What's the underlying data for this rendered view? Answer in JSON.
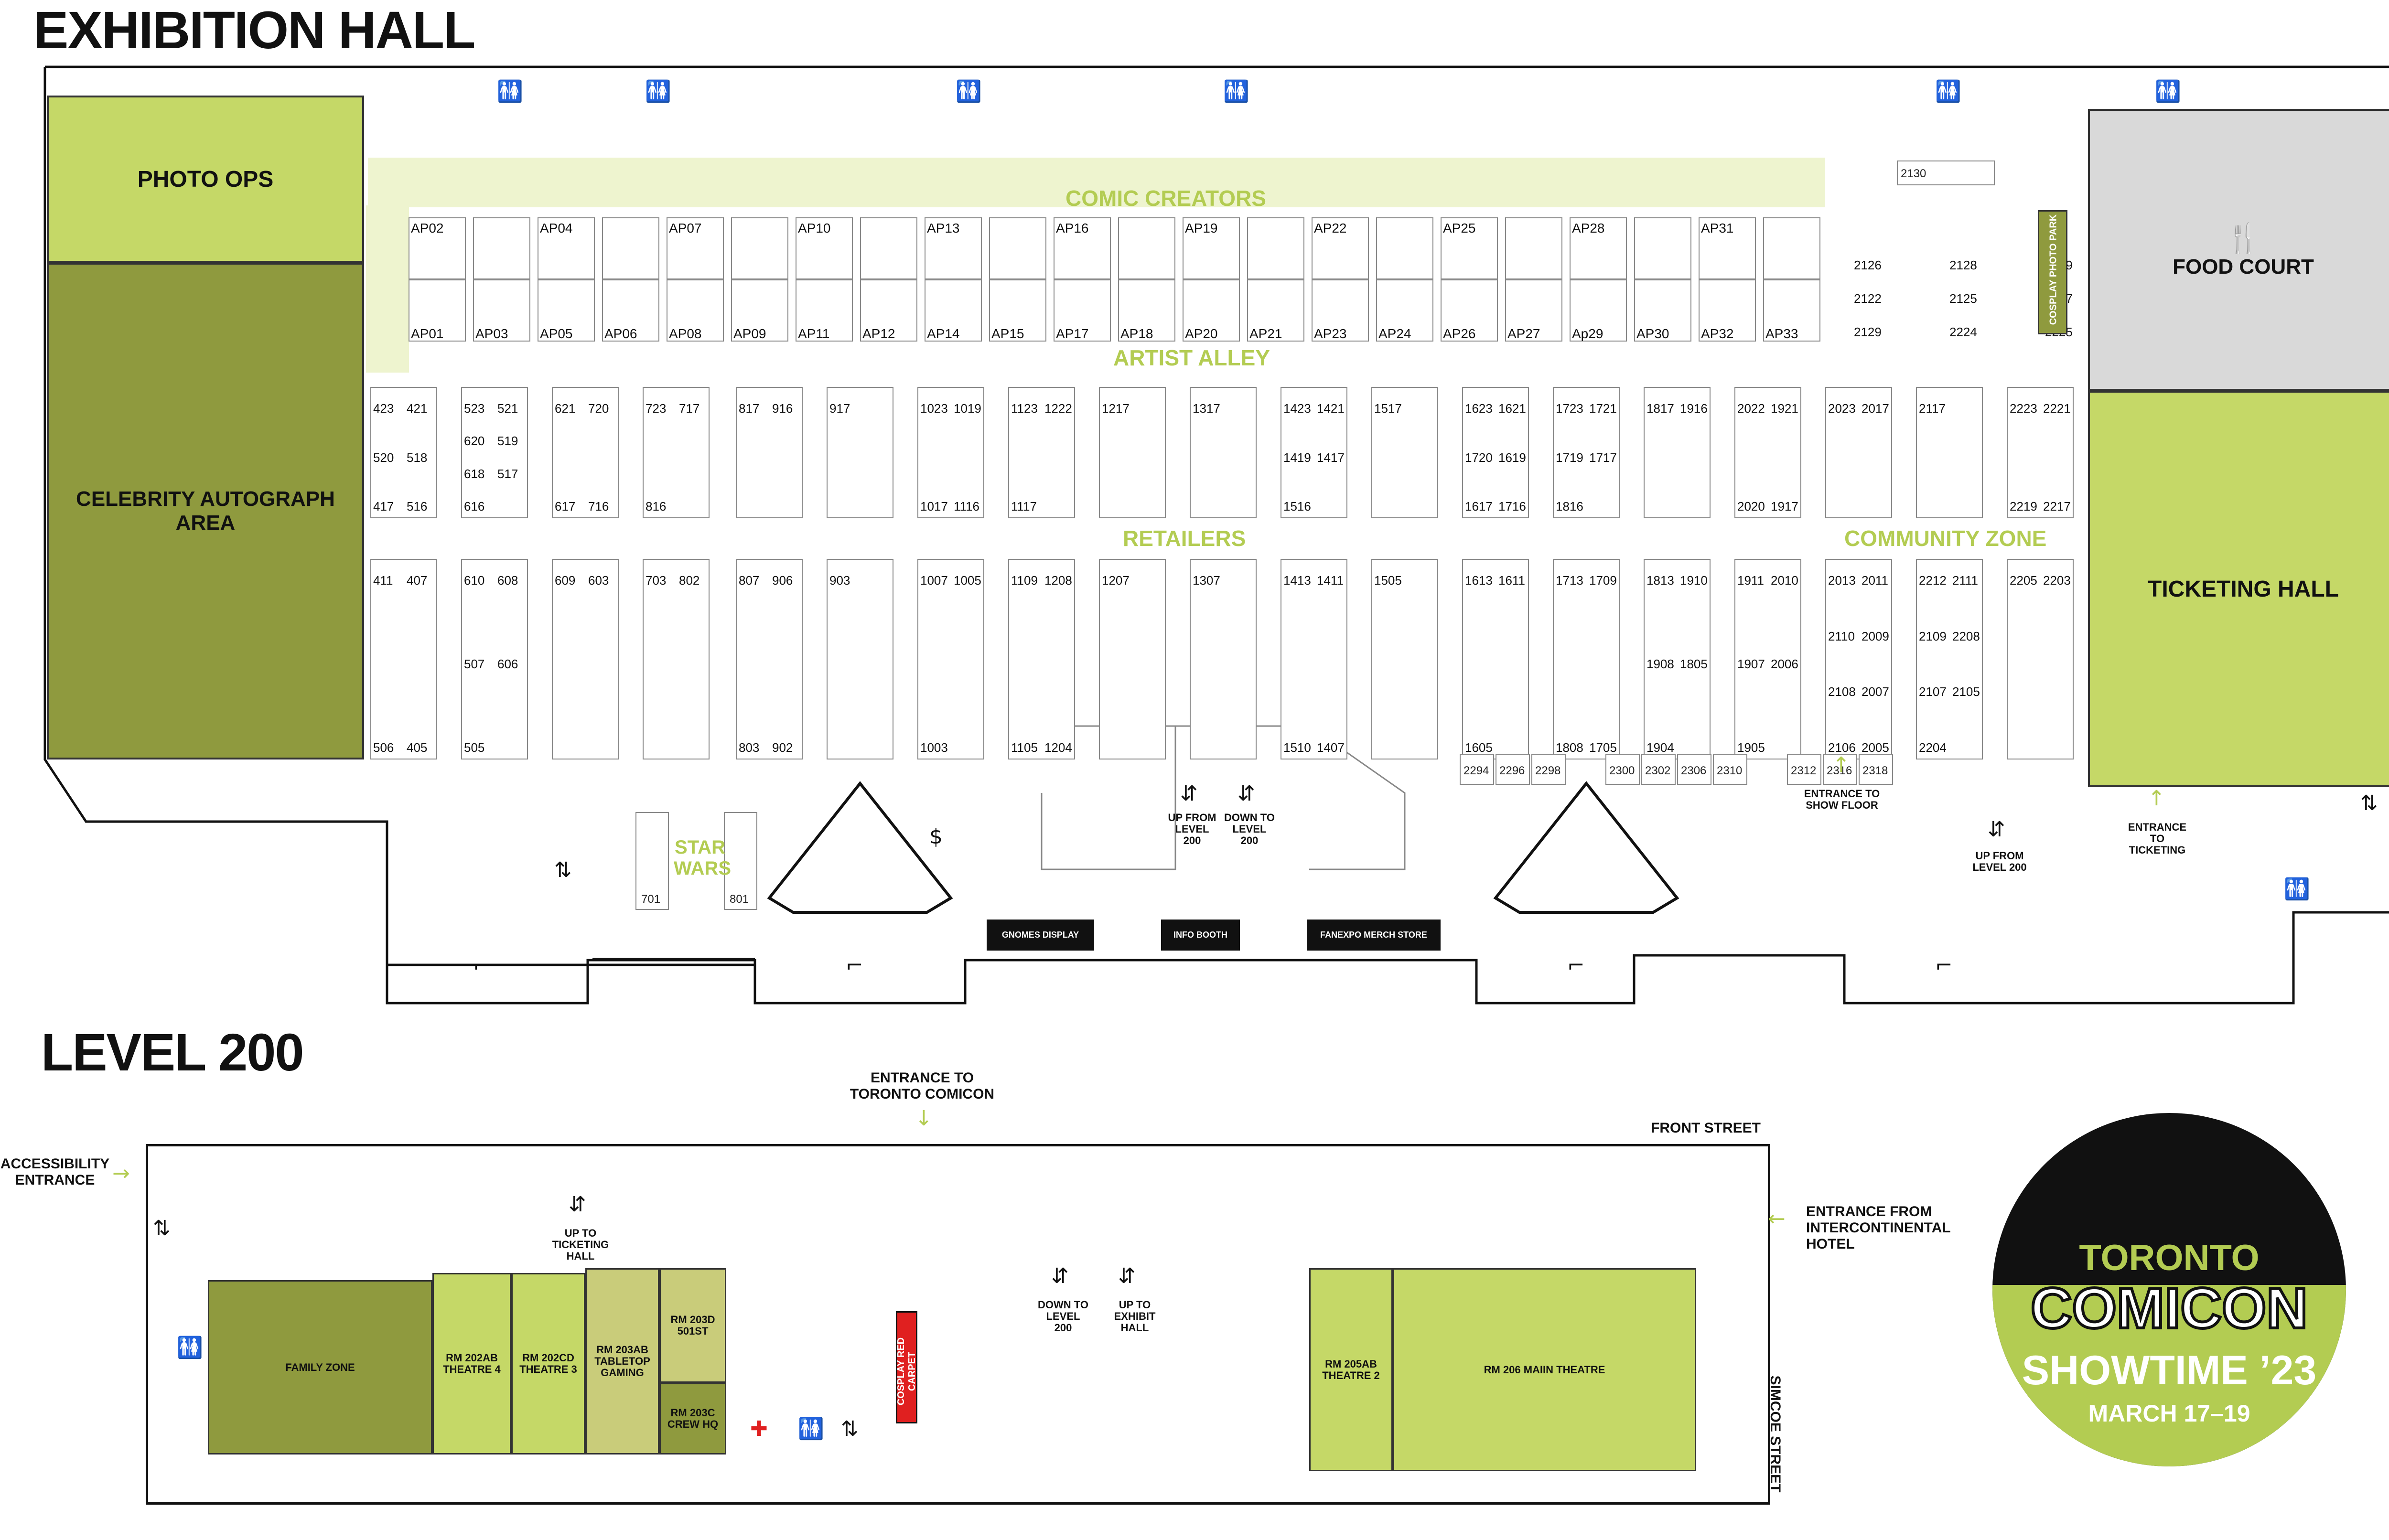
{
  "headings": {
    "exhibition_hall": "EXHIBITION HALL",
    "level_200": "LEVEL 200"
  },
  "colors": {
    "light_green": "#c5d867",
    "dark_green": "#8f9a3e",
    "khaki": "#c9cc7a",
    "pale_green": "#eef4cf",
    "accent_green": "#b3cc52",
    "grey": "#d9d9d9",
    "red": "#e02020"
  },
  "areas": {
    "photo_ops": "PHOTO OPS",
    "celebrity": "CELEBRITY AUTOGRAPH AREA",
    "food_court": "FOOD COURT",
    "ticketing_hall": "TICKETING HALL",
    "comic_creators": "COMIC CREATORS",
    "artist_alley": "ARTIST ALLEY",
    "retailers": "RETAILERS",
    "community_zone": "COMMUNITY ZONE",
    "star_wars": "STAR WARS",
    "cosplay_photo_park": "COSPLAY PHOTO PARK"
  },
  "buttons": {
    "gnomes": "GNOMES DISPLAY",
    "info": "INFO BOOTH",
    "merch": "FANEXPO MERCH STORE"
  },
  "nav_labels": {
    "up_from_200_a": "UP FROM LEVEL 200",
    "down_to_200_a": "DOWN TO LEVEL 200",
    "entrance_show_floor": "ENTRANCE TO SHOW FLOOR",
    "up_from_200_b": "UP FROM LEVEL 200",
    "entrance_ticketing": "ENTRANCE TO TICKETING",
    "entrance_comicon": "ENTRANCE TO TORONTO COMICON",
    "accessibility": "ACCESSIBILITY ENTRANCE",
    "front_street": "FRONT STREET",
    "simcoe_street": "SIMCOE STREET",
    "intercontinental": "ENTRANCE FROM INTERCONTINENTAL HOTEL",
    "up_to_ticketing": "UP TO TICKETING HALL",
    "down_to_200_b": "DOWN TO LEVEL 200",
    "up_to_exhibit": "UP TO EXHIBIT HALL",
    "cosplay_red_carpet": "COSPLAY RED CARPET"
  },
  "rooms": {
    "family_zone": "FAMILY ZONE",
    "rm202ab": "RM 202AB THEATRE 4",
    "rm202cd": "RM 202CD THEATRE 3",
    "rm203ab": "RM 203AB TABLETOP GAMING",
    "rm203d": "RM 203D 501ST",
    "rm203c": "RM 203C CREW HQ",
    "rm205ab": "RM 205AB THEATRE 2",
    "rm206": "RM 206 MAIIN THEATRE"
  },
  "logo": {
    "toronto": "TORONTO",
    "comicon": "COMICON",
    "showtime": "SHOWTIME ’23",
    "dates": "MARCH 17–19"
  },
  "booth_2130": "2130",
  "artist_alley_top": [
    "AP02",
    "AP04",
    "AP07",
    "AP10",
    "AP13",
    "AP16",
    "AP19",
    "AP22",
    "AP25",
    "AP28",
    "AP31"
  ],
  "artist_alley_bottom": [
    "AP01",
    "AP03",
    "AP05",
    "AP06",
    "AP08",
    "AP09",
    "AP11",
    "AP12",
    "AP14",
    "AP15",
    "AP17",
    "AP18",
    "AP20",
    "AP21",
    "AP23",
    "AP24",
    "AP26",
    "AP27",
    "Ap29",
    "AP30",
    "AP32",
    "AP33"
  ],
  "aa_right_numbers": [
    "2126",
    "2122",
    "2129",
    "2128",
    "2125",
    "2224",
    "2229",
    "2227",
    "2225"
  ],
  "retail_top": [
    [
      "423",
      "421",
      "520",
      "518",
      "417",
      "516"
    ],
    [
      "523",
      "521",
      "620",
      "519",
      "618",
      "517",
      "616"
    ],
    [
      "621",
      "720",
      "617",
      "716"
    ],
    [
      "723",
      "717",
      "816"
    ],
    [
      "817",
      "916"
    ],
    [
      "917"
    ],
    [
      "1023",
      "1019",
      "1017",
      "1116"
    ],
    [
      "1123",
      "1222",
      "1117"
    ],
    [
      "1217"
    ],
    [
      "1317"
    ],
    [
      "1423",
      "1421",
      "1419",
      "1417",
      "1516"
    ],
    [
      "1517"
    ],
    [
      "1623",
      "1621",
      "1720",
      "1619",
      "1617",
      "1716"
    ],
    [
      "1723",
      "1721",
      "1719",
      "1717",
      "1816"
    ],
    [
      "1817",
      "1916"
    ],
    [
      "2022",
      "1921",
      "2020",
      "1917"
    ],
    [
      "2023",
      "2017"
    ],
    [
      "2117"
    ],
    [
      "2223",
      "2221",
      "2219",
      "2217"
    ]
  ],
  "retail_bottom": [
    [
      "411",
      "407",
      "506",
      "405"
    ],
    [
      "610",
      "608",
      "507",
      "606",
      "505"
    ],
    [
      "609",
      "603"
    ],
    [
      "703",
      "802"
    ],
    [
      "807",
      "906",
      "803",
      "902"
    ],
    [
      "903"
    ],
    [
      "1007",
      "1005",
      "1003"
    ],
    [
      "1109",
      "1208",
      "1105",
      "1204"
    ],
    [
      "1207"
    ],
    [
      "1307"
    ],
    [
      "1413",
      "1411",
      "1510",
      "1407"
    ],
    [
      "1505"
    ],
    [
      "1613",
      "1611",
      "1605"
    ],
    [
      "1713",
      "1709",
      "1808",
      "1705"
    ],
    [
      "1813",
      "1910",
      "1908",
      "1805",
      "1904"
    ],
    [
      "1911",
      "2010",
      "1907",
      "2006",
      "1905"
    ],
    [
      "2013",
      "2011",
      "2110",
      "2009",
      "2108",
      "2007",
      "2106",
      "2005"
    ],
    [
      "2212",
      "2111",
      "2109",
      "2208",
      "2107",
      "2105",
      "2204"
    ],
    [
      "2205",
      "2203"
    ]
  ],
  "bottom_row": [
    "2294",
    "2296",
    "2298",
    "2300",
    "2302",
    "2306",
    "2310",
    "2312",
    "2316",
    "2318"
  ],
  "star_wars_booths": [
    "701",
    "801"
  ]
}
